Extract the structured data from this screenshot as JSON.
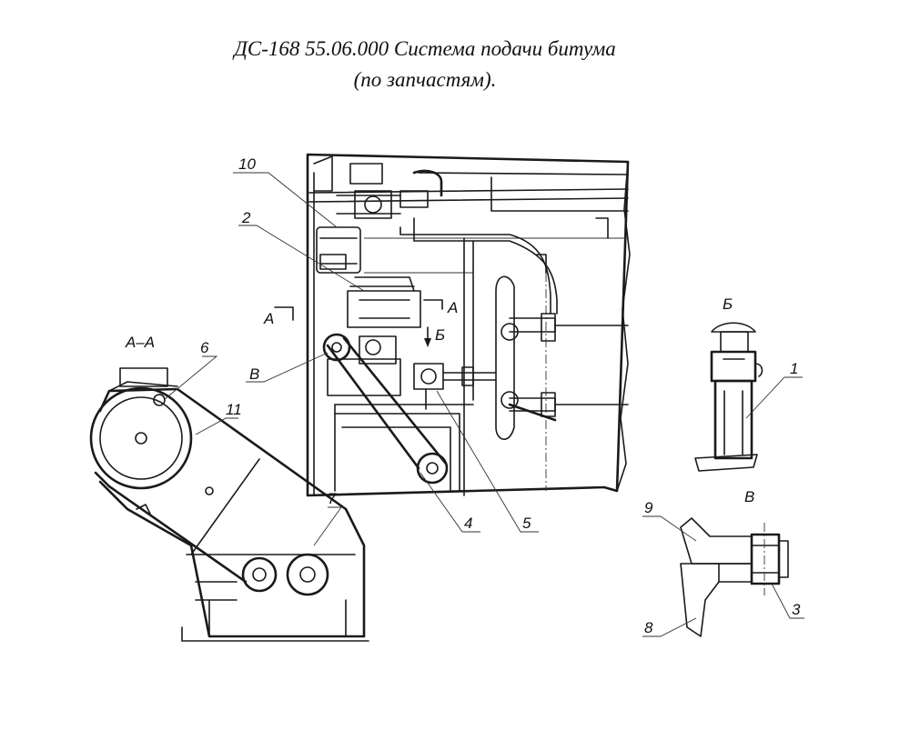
{
  "title": {
    "line1": "ДС-168 55.06.000 Система подачи битума",
    "line2": "(по запчастям)."
  },
  "views": {
    "section_aa": "А–А",
    "view_b": "Б",
    "view_v": "В"
  },
  "section_marks": {
    "a_left": "А",
    "a_right": "А",
    "b": "Б"
  },
  "callouts": {
    "c1": "1",
    "c2": "2",
    "c3": "3",
    "c4": "4",
    "c5": "5",
    "c6": "6",
    "c7": "7",
    "c8": "8",
    "c9": "9",
    "c10": "10",
    "c11": "11",
    "cV": "В"
  }
}
